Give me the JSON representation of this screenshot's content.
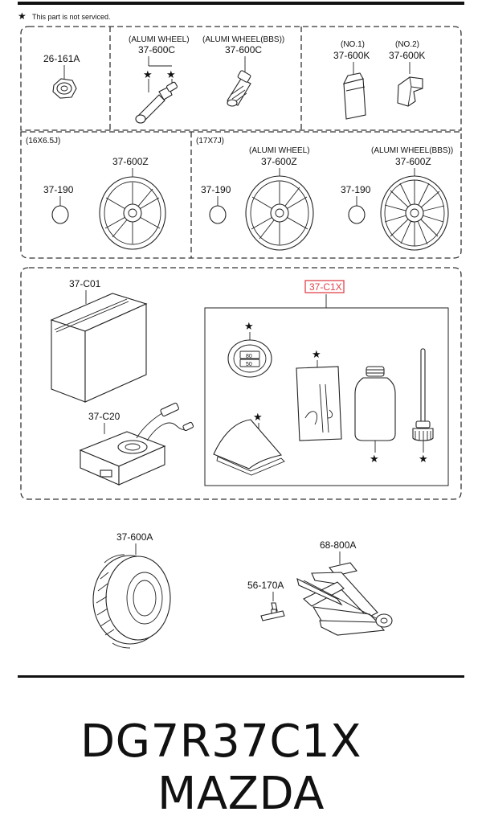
{
  "header": {
    "note_star": "★",
    "note_text": "This part is not serviced."
  },
  "top_section": {
    "nut_label": "26-161A",
    "valve_alumi_title": "(ALUMI WHEEL)",
    "valve_alumi_label": "37-600C",
    "valve_bbs_title": "(ALUMI WHEEL(BBS))",
    "valve_bbs_label": "37-600C",
    "weight_no1_title": "(NO.1)",
    "weight_no1_label": "37-600K",
    "weight_no2_title": "(NO.2)",
    "weight_no2_label": "37-600K"
  },
  "wheel_section": {
    "size_16_title": "(16X6.5J)",
    "size_17_title": "(17X7J)",
    "cap_16_label": "37-190",
    "wheel_16_label": "37-600Z",
    "cap_17a_label": "37-190",
    "wheel_17_title": "(ALUMI WHEEL)",
    "wheel_17_label": "37-600Z",
    "cap_17b_label": "37-190",
    "wheel_bbs_title": "(ALUMI WHEEL(BBS))",
    "wheel_bbs_label": "37-600Z"
  },
  "kit_section": {
    "case_label": "37-C01",
    "compressor_label": "37-C20",
    "kit_label": "37-C1X",
    "highlight_color": "#e0434b",
    "stars": [
      "★",
      "★",
      "★",
      "★",
      "★"
    ]
  },
  "bottom_section": {
    "tire_label": "37-600A",
    "jack_label": "68-800A",
    "handle_label": "56-170A"
  },
  "caption": {
    "part_number": "DG7R37C1X",
    "brand": "MAZDA"
  }
}
